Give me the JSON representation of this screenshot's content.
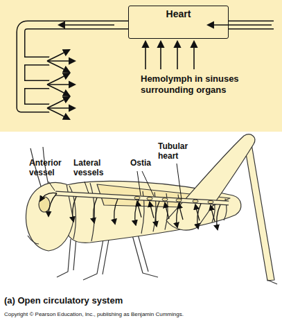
{
  "diagram": {
    "caption": "(a) Open circulatory system",
    "nodes": [
      {
        "text": [
          "Heart"
        ]
      }
    ],
    "labels": [
      "Hemolymph in sinuses surrounding organs",
      "Anterior vessel",
      "Lateral vessels",
      "Ostia",
      "Tubular heart",
      "Copyright © Pearson Education, Inc., publishing as Benjamin Cummings."
    ]
  }
}
